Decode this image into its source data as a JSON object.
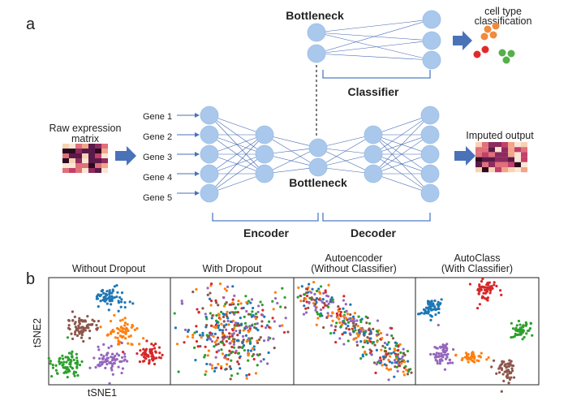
{
  "panel_a": {
    "letter": "a",
    "raw_label_line1": "Raw expression",
    "raw_label_line2": "matrix",
    "genes": [
      "Gene 1",
      "Gene 2",
      "Gene 3",
      "Gene 4",
      "Gene 5"
    ],
    "bottleneck_top": "Bottleneck",
    "bottleneck_mid": "Bottleneck",
    "classifier": "Classifier",
    "encoder": "Encoder",
    "decoder": "Decoder",
    "celltype_line1": "cell type",
    "celltype_line2": "classification",
    "imputed": "Imputed output",
    "colors": {
      "node": "#a9c8ec",
      "edge": "#3d63b0",
      "arrow": "#4a72b8",
      "heatmap_low": "#f4c8a6",
      "heatmap_high": "#2b0b1f",
      "orange": "#f08a3c",
      "red": "#e12a2a",
      "green": "#55b04a"
    }
  },
  "panel_b": {
    "letter": "b",
    "ylabel": "tSNE2",
    "xlabel": "tSNE1",
    "panels": [
      {
        "title_line1": "Without Dropout",
        "title_line2": ""
      },
      {
        "title_line1": "With Dropout",
        "title_line2": ""
      },
      {
        "title_line1": "Autoencoder",
        "title_line2": "(Without Classifier)"
      },
      {
        "title_line1": "AutoClass",
        "title_line2": "(With Classifier)"
      }
    ],
    "cluster_colors": [
      "#1f77b4",
      "#8c564b",
      "#ff7f0e",
      "#2ca02c",
      "#9467bd",
      "#d62728"
    ]
  }
}
